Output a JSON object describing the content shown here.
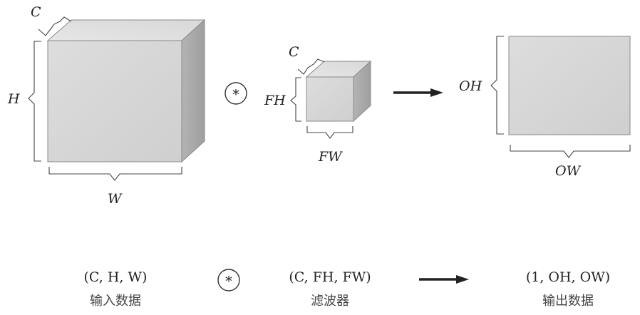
{
  "input": {
    "channel_label": "C",
    "height_label": "H",
    "width_label": "W"
  },
  "filter": {
    "channel_label": "C",
    "height_label": "FH",
    "width_label": "FW"
  },
  "output": {
    "height_label": "OH",
    "width_label": "OW"
  },
  "operator_symbol": "*",
  "bottom": {
    "input_shape": "(C, H, W)",
    "input_caption": "输入数据",
    "filter_shape": "(C, FH, FW)",
    "filter_caption": "滤波器",
    "output_shape": "(1, OH, OW)",
    "output_caption": "输出数据"
  },
  "colors": {
    "front_face": "#d6d6d6",
    "top_face": "#e3e3e3",
    "side_face": "#a9a9a9",
    "arrow": "#222222"
  }
}
